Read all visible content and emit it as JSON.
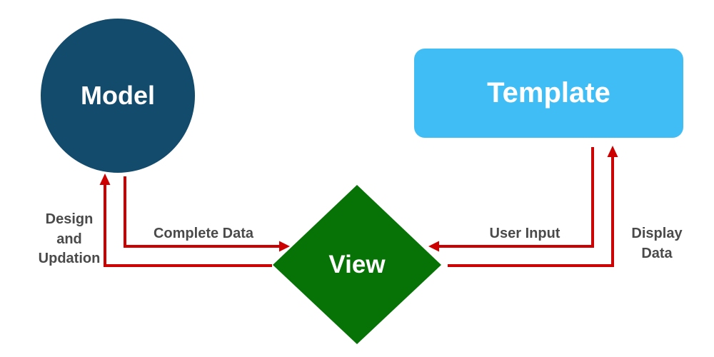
{
  "background_color": "#FFFFFF",
  "nodes": {
    "model": {
      "label": "Model",
      "shape": "circle",
      "fill": "#134B6D",
      "text_color": "#FFFFFF"
    },
    "template": {
      "label": "Template",
      "shape": "rounded-rectangle",
      "fill": "#41BDF6",
      "text_color": "#FFFFFF"
    },
    "view": {
      "label": "View",
      "shape": "diamond",
      "fill": "#077307",
      "text_color": "#FFFFFF"
    }
  },
  "edges": {
    "view_to_model": {
      "label": "Design and Updation",
      "lines": [
        "Design",
        "and",
        "Updation"
      ],
      "from": "view",
      "to": "model",
      "arrow_color": "#CC0000"
    },
    "model_to_view": {
      "label": "Complete Data",
      "from": "model",
      "to": "view",
      "arrow_color": "#CC0000"
    },
    "template_to_view": {
      "label": "User Input",
      "from": "template",
      "to": "view",
      "arrow_color": "#CC0000"
    },
    "view_to_template": {
      "label": "Display Data",
      "lines": [
        "Display",
        "Data"
      ],
      "from": "view",
      "to": "template",
      "arrow_color": "#CC0000"
    }
  },
  "colors": {
    "arrow": "#CC0000",
    "edge_label_text": "#4A4A4A",
    "node_text": "#FFFFFF",
    "model_fill": "#134B6D",
    "template_fill": "#41BDF6",
    "view_fill": "#077307",
    "background": "#FFFFFF"
  }
}
